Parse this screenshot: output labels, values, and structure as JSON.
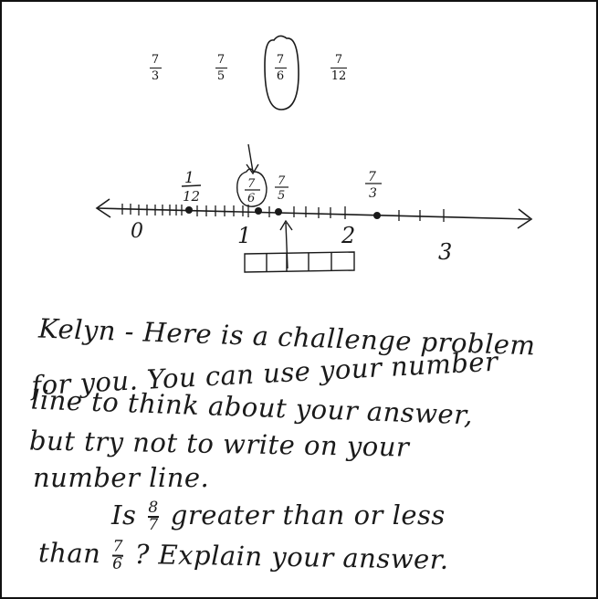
{
  "fractions": [
    {
      "numerator": "7",
      "denominator": "3"
    },
    {
      "numerator": "7",
      "denominator": "5"
    },
    {
      "numerator": "7",
      "denominator": "6",
      "circled": true
    },
    {
      "numerator": "7",
      "denominator": "12"
    }
  ],
  "number_line": {
    "whole_labels": [
      "0",
      "1",
      "2",
      "3"
    ],
    "marked_points": [
      {
        "numerator": "1",
        "denominator": "12"
      },
      {
        "numerator": "7",
        "denominator": "6"
      },
      {
        "numerator": "7",
        "denominator": "5"
      },
      {
        "numerator": "7",
        "denominator": "3"
      }
    ],
    "fifths_boxes": 5
  },
  "note": {
    "lines": [
      "Kelyn - Here is a challenge problem",
      "for you. You can use your number",
      "line to think about your answer,",
      "but try not to write on your",
      "number line."
    ],
    "question": {
      "part1": "Is",
      "frac_a": {
        "numerator": "8",
        "denominator": "7"
      },
      "part2": "greater than or less",
      "part3": "than",
      "frac_b": {
        "numerator": "7",
        "denominator": "6"
      },
      "part4": "? Explain your answer."
    }
  },
  "colors": {
    "ink": "#1a1a1a",
    "border": "#111111"
  }
}
